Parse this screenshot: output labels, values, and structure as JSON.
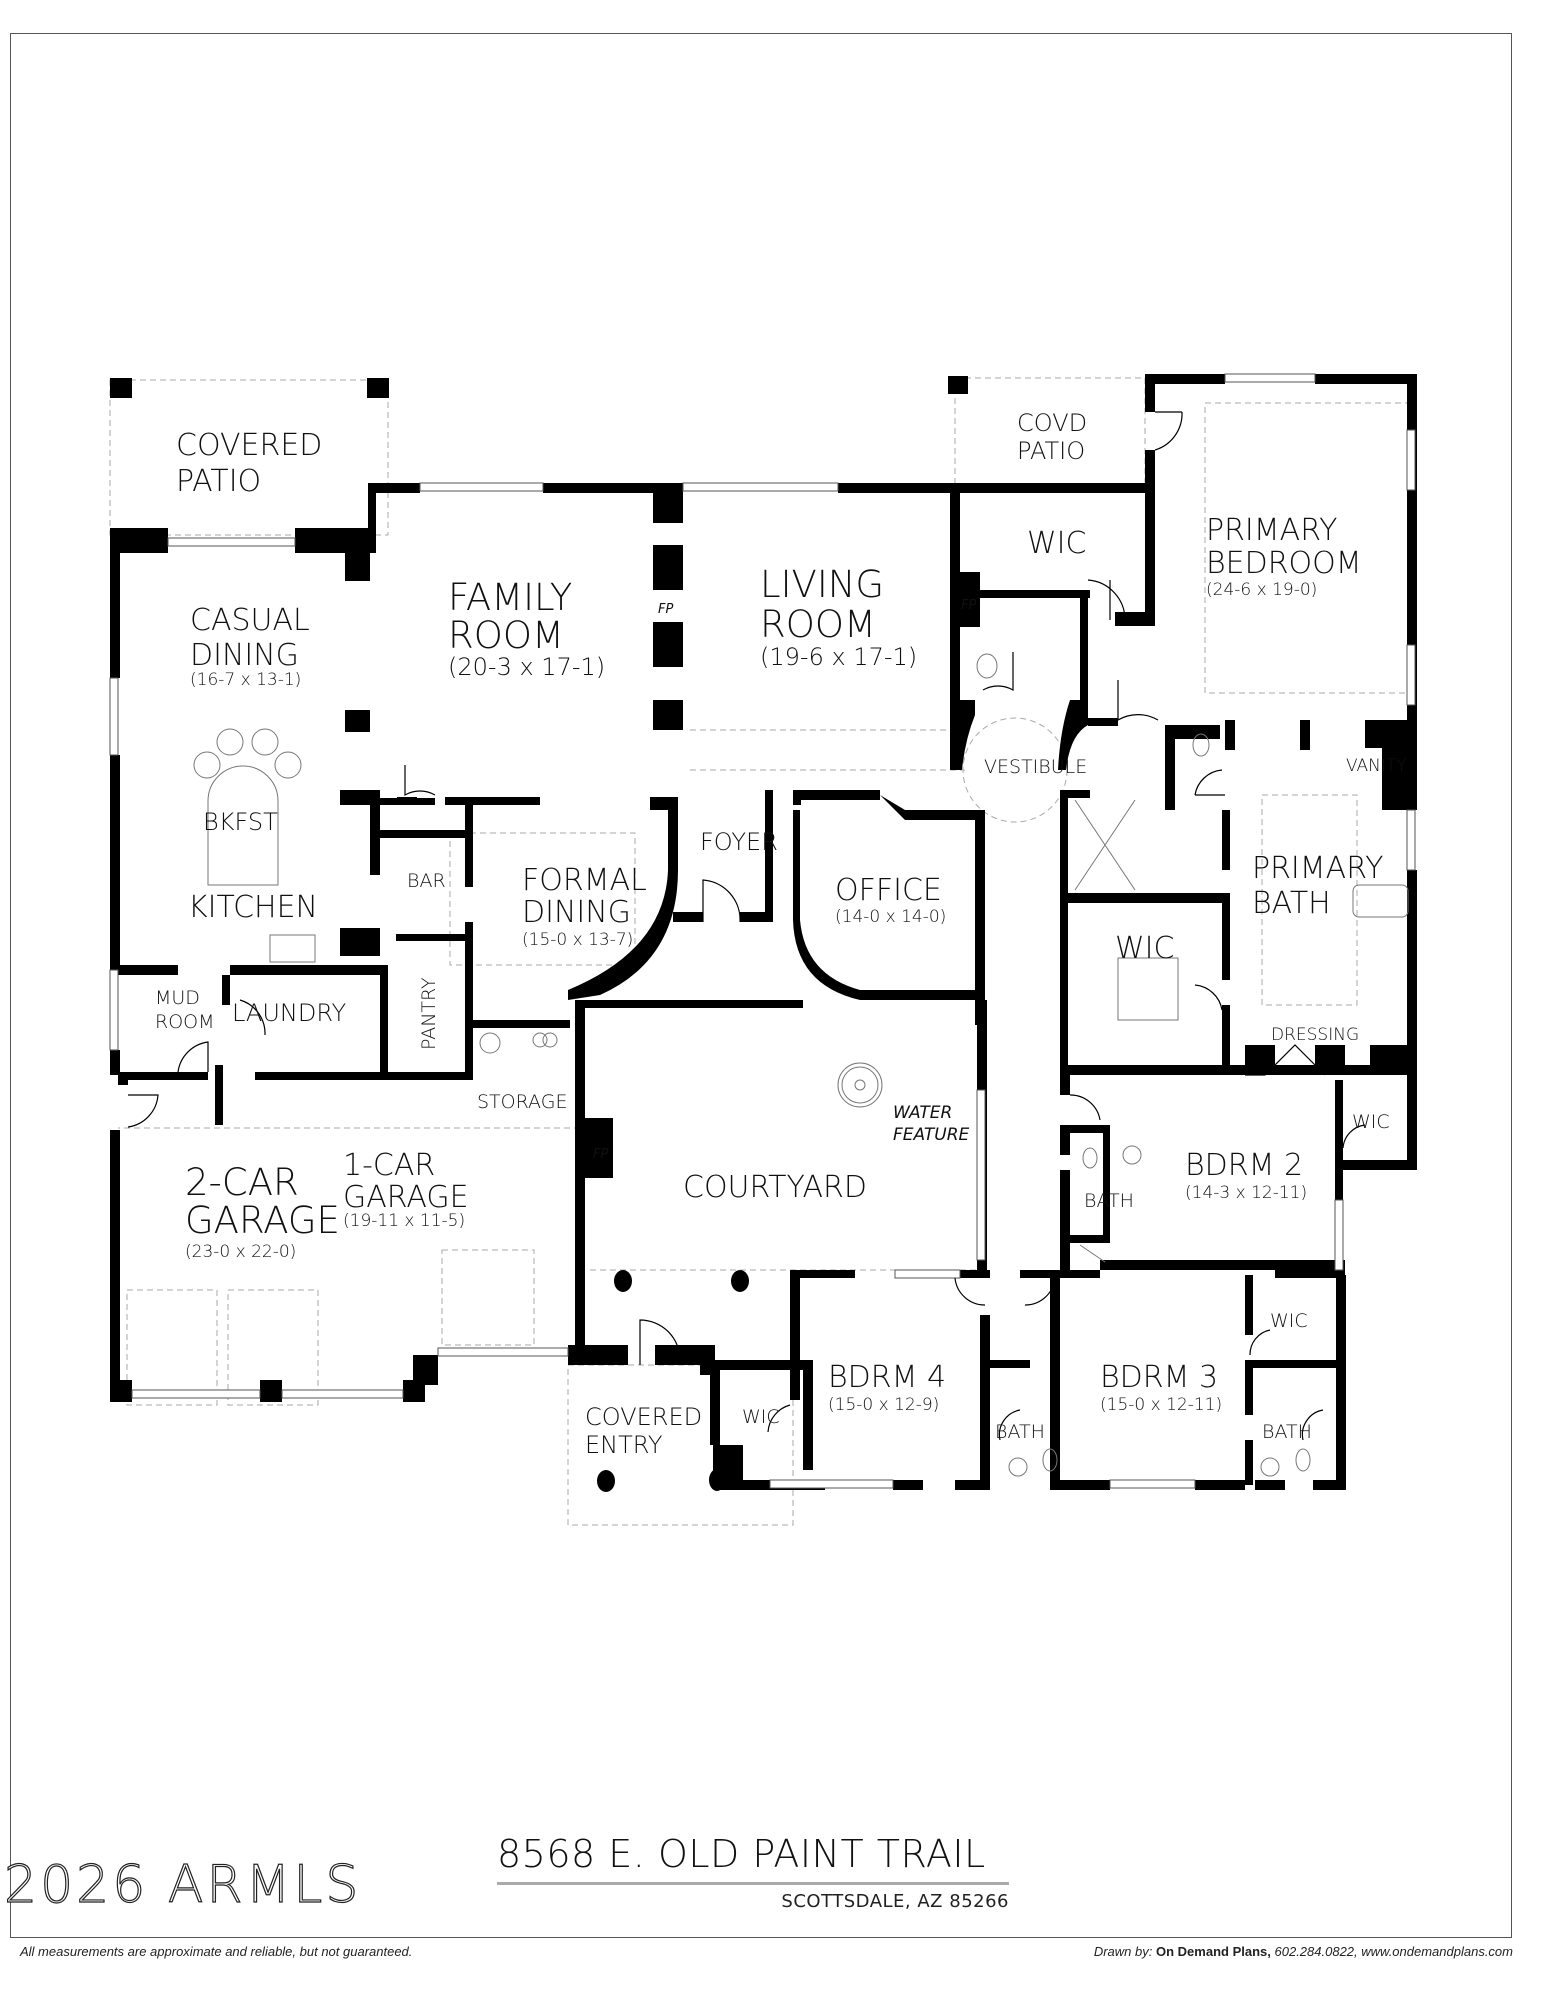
{
  "sheet": {
    "address_line": "8568 E. OLD PAINT TRAIL",
    "city_line": "SCOTTSDALE, AZ 85266",
    "watermark": "2026 ARMLS",
    "disclaimer": "All measurements are approximate and reliable, but not guaranteed.",
    "credit": {
      "prefix": "Drawn by:",
      "company": "On Demand Plans,",
      "contact": "602.284.0822, www.ondemandplans.com"
    }
  },
  "rooms": {
    "covered_patio": {
      "line1": "COVERED",
      "line2": "PATIO"
    },
    "casual_dining": {
      "line1": "CASUAL",
      "line2": "DINING",
      "dims": "(16-7 x 13-1)"
    },
    "family_room": {
      "line1": "FAMILY",
      "line2": "ROOM",
      "dims": "(20-3 x 17-1)"
    },
    "living_room": {
      "line1": "LIVING",
      "line2": "ROOM",
      "dims": "(19-6 x 17-1)"
    },
    "covd_patio": {
      "line1": "COVD",
      "line2": "PATIO"
    },
    "wic_primary_upper": {
      "label": "WIC"
    },
    "primary_bedroom": {
      "line1": "PRIMARY",
      "line2": "BEDROOM",
      "dims": "(24-6 x 19-0)"
    },
    "vestibule": {
      "label": "VESTIBULE"
    },
    "vanity": {
      "label": "VANITY"
    },
    "primary_bath": {
      "line1": "PRIMARY",
      "line2": "BATH"
    },
    "wic_primary_lower": {
      "label": "WIC"
    },
    "dressing": {
      "label": "DRESSING"
    },
    "kitchen": {
      "label": "KITCHEN"
    },
    "bkfst": {
      "label": "BKFST"
    },
    "bar": {
      "label": "BAR"
    },
    "formal_dining": {
      "line1": "FORMAL",
      "line2": "DINING",
      "dims": "(15-0 x 13-7)"
    },
    "foyer": {
      "label": "FOYER"
    },
    "office": {
      "label": "OFFICE",
      "dims": "(14-0 x 14-0)"
    },
    "mud_room": {
      "line1": "MUD",
      "line2": "ROOM"
    },
    "laundry": {
      "label": "LAUNDRY"
    },
    "pantry": {
      "label": "PANTRY"
    },
    "storage": {
      "label": "STORAGE"
    },
    "two_car_garage": {
      "line1": "2-CAR",
      "line2": "GARAGE",
      "dims": "(23-0 x 22-0)"
    },
    "one_car_garage": {
      "line1": "1-CAR",
      "line2": "GARAGE",
      "dims": "(19-11 x 11-5)"
    },
    "courtyard": {
      "label": "COURTYARD"
    },
    "water_feature": {
      "line1": "WATER",
      "line2": "FEATURE"
    },
    "bdrm2": {
      "label": "BDRM 2",
      "dims": "(14-3 x 12-11)"
    },
    "bdrm2_bath": {
      "label": "BATH"
    },
    "bdrm2_wic": {
      "label": "WIC"
    },
    "bdrm3": {
      "label": "BDRM 3",
      "dims": "(15-0 x 12-11)"
    },
    "bdrm3_bath": {
      "label": "BATH"
    },
    "bdrm3_wic": {
      "label": "WIC"
    },
    "bdrm4": {
      "label": "BDRM 4",
      "dims": "(15-0 x 12-9)"
    },
    "bdrm4_bath": {
      "label": "BATH"
    },
    "bdrm4_wic": {
      "label": "WIC"
    },
    "covered_entry": {
      "line1": "COVERED",
      "line2": "ENTRY"
    }
  },
  "fixtures": {
    "fireplace_label": "FP"
  }
}
